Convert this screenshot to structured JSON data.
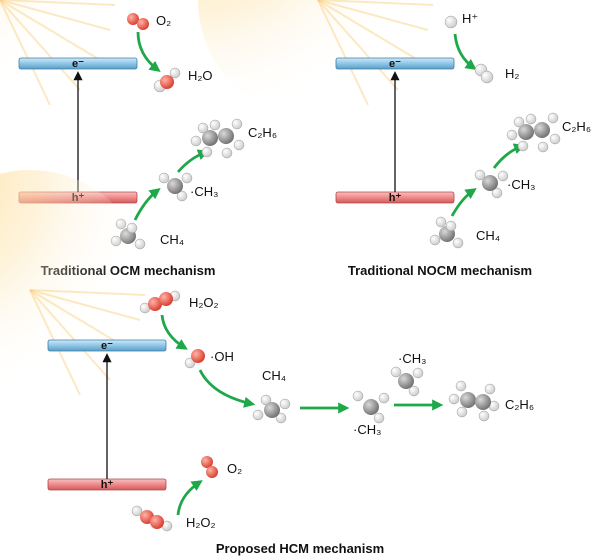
{
  "panels": [
    {
      "caption": "Traditional OCM mechanism",
      "cb_label": "e⁻",
      "vb_label": "h⁺",
      "labels": {
        "o2": "O₂",
        "h2o": "H₂O",
        "ch4": "CH₄",
        "ch3": "·CH₃",
        "c2h6": "C₂H₆"
      }
    },
    {
      "caption": "Traditional NOCM mechanism",
      "cb_label": "e⁻",
      "vb_label": "h⁺",
      "labels": {
        "hplus": "H⁺",
        "h2": "H₂",
        "ch4": "CH₄",
        "ch3": "·CH₃",
        "c2h6": "C₂H₆"
      }
    },
    {
      "caption": "Proposed HCM mechanism",
      "cb_label": "e⁻",
      "vb_label": "h⁺",
      "labels": {
        "h2o2_top": "H₂O₂",
        "oh": "·OH",
        "ch4": "CH₄",
        "ch3_lower": "·CH₃",
        "ch3_upper": "·CH₃",
        "c2h6": "C₂H₆",
        "o2": "O₂",
        "h2o2_bottom": "H₂O₂"
      }
    }
  ],
  "colors": {
    "conduction_band": "#8fc6e6",
    "valence_band": "#ee8a8a",
    "arrow_green": "#1fa84a",
    "oxygen_atom": "#e24a3a",
    "carbon_atom": "#8a8a8a",
    "hydrogen_atom": "#f4f4f4",
    "sunlight": "#fbd98c"
  },
  "icons": [
    "sunlight-glow",
    "oxygen-molecule",
    "water-molecule",
    "hydrogen-molecule",
    "proton",
    "methane-molecule",
    "methyl-radical",
    "ethane-molecule",
    "hydrogen-peroxide-molecule",
    "hydroxyl-radical"
  ]
}
